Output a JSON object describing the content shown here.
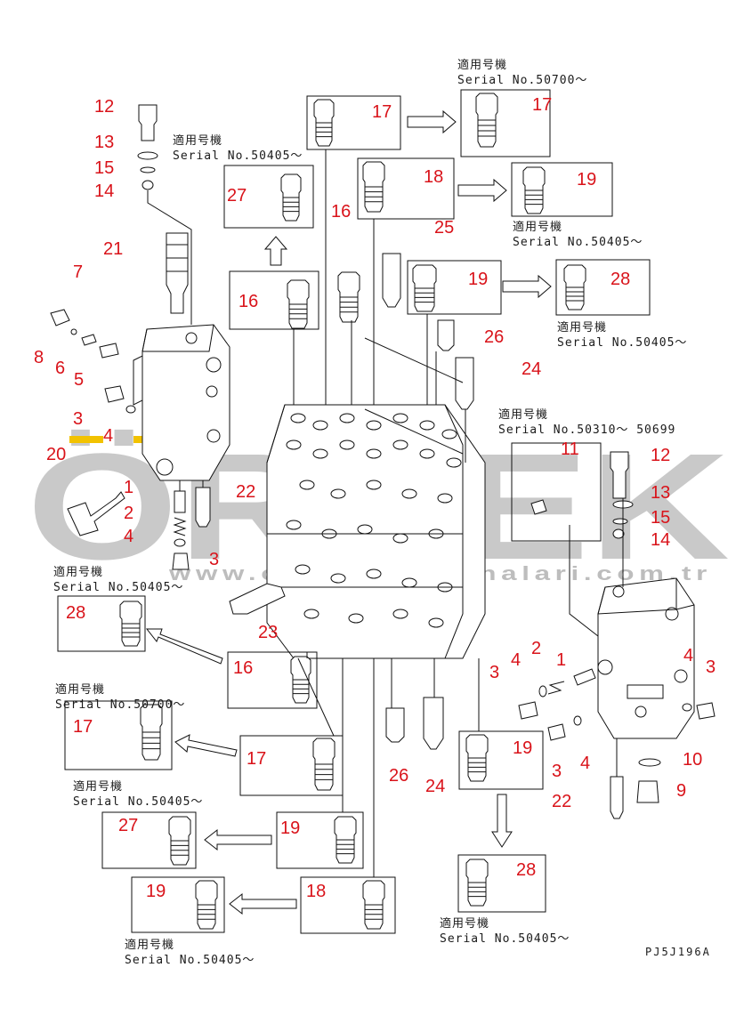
{
  "watermark": {
    "brand": "ÖRNEK",
    "url": "www.ornekismakinalari.com.tr",
    "accent": "#f2c200"
  },
  "drawing_code": "PJ5J196A",
  "serial_notes": [
    {
      "jp": "適用号機",
      "serial": "Serial No.50700～"
    },
    {
      "jp": "適用号機",
      "serial": "Serial No.50405～"
    },
    {
      "jp": "適用号機",
      "serial": "Serial No.50405～"
    },
    {
      "jp": "適用号機",
      "serial": "Serial No.50405～"
    },
    {
      "jp": "適用号機",
      "serial": "Serial No.50310～ 50699"
    },
    {
      "jp": "適用号機",
      "serial": "Serial No.50405～"
    },
    {
      "jp": "適用号機",
      "serial": "Serial No.50700～"
    },
    {
      "jp": "適用号機",
      "serial": "Serial No.50405～"
    },
    {
      "jp": "適用号機",
      "serial": "Serial No.50405～"
    },
    {
      "jp": "適用号機",
      "serial": "Serial No.50405～"
    }
  ],
  "callouts": [
    "12",
    "13",
    "15",
    "14",
    "21",
    "7",
    "8",
    "6",
    "5",
    "3",
    "4",
    "20",
    "1",
    "2",
    "4",
    "3",
    "22",
    "27",
    "16",
    "16",
    "17",
    "17",
    "18",
    "19",
    "25",
    "19",
    "28",
    "26",
    "24",
    "11",
    "12",
    "13",
    "15",
    "14",
    "23",
    "28",
    "16",
    "17",
    "17",
    "26",
    "24",
    "19",
    "27",
    "19",
    "19",
    "18",
    "28",
    "1",
    "2",
    "4",
    "3",
    "4",
    "3",
    "3",
    "4",
    "10",
    "9",
    "22"
  ]
}
